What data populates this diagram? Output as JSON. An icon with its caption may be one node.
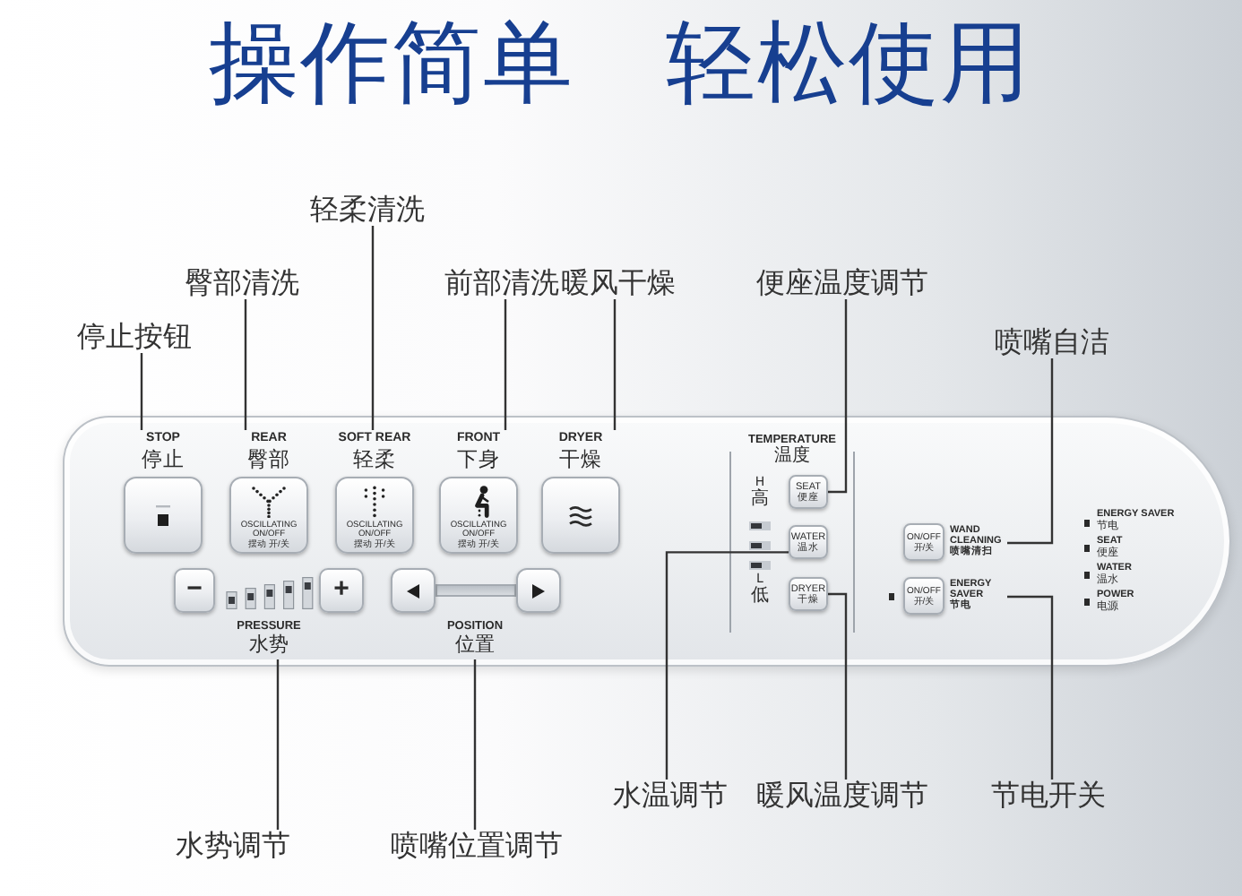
{
  "diagram": {
    "title": "操作简单 轻松使用",
    "nodes": [
      {
        "text": [
          "轻柔清洗"
        ]
      },
      {
        "text": [
          "臀部清洗"
        ]
      },
      {
        "text": [
          "前部清洗"
        ]
      },
      {
        "text": [
          "暖风干燥"
        ]
      },
      {
        "text": [
          "便座温度调节"
        ]
      },
      {
        "text": [
          "停止按钮"
        ]
      },
      {
        "text": [
          "喷嘴自洁"
        ]
      },
      {
        "text": [
          "STOP",
          "停止"
        ]
      },
      {
        "text": [
          "REAR",
          "臀部",
          "OSCILLATING ON/OFF",
          "摆动 开/关"
        ]
      },
      {
        "text": [
          "SOFT REAR",
          "轻柔",
          "OSCILLATING ON/OFF",
          "摆动 开/关"
        ]
      },
      {
        "text": [
          "FRONT",
          "下身",
          "OSCILLATING ON/OFF",
          "摆动 开/关"
        ]
      },
      {
        "text": [
          "DRYER",
          "干燥"
        ]
      },
      {
        "text": [
          "SEAT",
          "便座"
        ]
      },
      {
        "text": [
          "WATER",
          "温水"
        ]
      },
      {
        "text": [
          "DRYER",
          "干燥"
        ]
      },
      {
        "text": [
          "ON/OFF",
          "开/关"
        ],
        "beside": [
          "WAND CLEANING",
          "喷嘴清扫"
        ]
      },
      {
        "text": [
          "ON/OFF",
          "开/关"
        ],
        "beside": [
          "ENERGY SAVER",
          "节电"
        ]
      },
      {
        "text": [
          "−"
        ]
      },
      {
        "text": [
          "+"
        ]
      },
      {
        "text": [],
        "shape": "box"
      },
      {
        "text": [],
        "shape": "box"
      },
      {
        "text": [
          "PRESSURE",
          "水势"
        ]
      },
      {
        "text": [
          "POSITION",
          "位置"
        ]
      },
      {
        "text": [
          "水温调节"
        ]
      },
      {
        "text": [
          "暖风温度调节"
        ]
      },
      {
        "text": [
          "节电开关"
        ]
      },
      {
        "text": [
          "水势调节"
        ]
      },
      {
        "text": [
          "喷嘴位置调节"
        ]
      }
    ],
    "edges": [
      {
        "from": 0,
        "to": 9,
        "arrow": "none"
      },
      {
        "from": 1,
        "to": 8,
        "arrow": "none"
      },
      {
        "from": 2,
        "to": 10,
        "arrow": "none"
      },
      {
        "from": 3,
        "to": 11,
        "arrow": "none"
      },
      {
        "from": 4,
        "to": 12,
        "arrow": "none"
      },
      {
        "from": 5,
        "to": 7,
        "arrow": "none"
      },
      {
        "from": 6,
        "to": 15,
        "arrow": "none"
      },
      {
        "from": 23,
        "to": 13,
        "arrow": "none"
      },
      {
        "from": 24,
        "to": 14,
        "arrow": "none"
      },
      {
        "from": 25,
        "to": 16,
        "arrow": "none"
      },
      {
        "from": 26,
        "to": 21,
        "arrow": "none"
      },
      {
        "from": 27,
        "to": 22,
        "arrow": "none"
      }
    ],
    "labels": [
      "TEMPERATURE",
      "温度",
      "H",
      "高",
      "L",
      "低",
      "ENERGY SAVER",
      "节电",
      "SEAT",
      "便座",
      "WATER",
      "温水",
      "POWER",
      "电源"
    ]
  }
}
